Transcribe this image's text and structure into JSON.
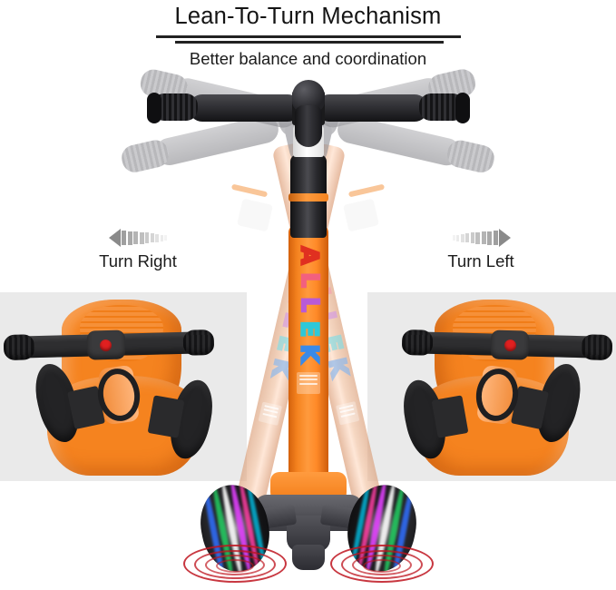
{
  "page": {
    "title": "Lean-To-Turn Mechanism",
    "subtitle": "Better balance and coordination",
    "background_color": "#ffffff"
  },
  "directions": {
    "right": {
      "label": "Turn Right",
      "arrow_icon": "arrow-left-motion-icon",
      "arrow_direction": "left",
      "arrow_color": "#8a8a8a"
    },
    "left": {
      "label": "Turn Left",
      "arrow_icon": "arrow-right-motion-icon",
      "arrow_direction": "right",
      "arrow_color": "#8a8a8a"
    }
  },
  "panels": {
    "background_color": "#eaeaea",
    "left": {
      "name": "lean-right-top-view",
      "caption": ""
    },
    "right": {
      "name": "lean-left-top-view",
      "caption": ""
    }
  },
  "product": {
    "brand": "ALLEK",
    "brand_letters": [
      {
        "char": "A",
        "color": "#e03020"
      },
      {
        "char": "L",
        "color": "#f2607f"
      },
      {
        "char": "L",
        "color": "#b85ad6"
      },
      {
        "char": "E",
        "color": "#2fc8d8"
      },
      {
        "char": "K",
        "color": "#3a8ae8"
      }
    ],
    "frame_color": "#f5831f",
    "ghost_frame_color": "#e8b089",
    "handlebar_color": "#2e2e30",
    "ghost_handlebar_color": "#9a9a9e",
    "accent_ring_color": "#f5831f",
    "collar_color": "#f2f2f2",
    "red_button_color": "#e02020",
    "wheel_color": "#232325",
    "led_colors": [
      "#2f6fff",
      "#22c55e",
      "#e040fb",
      "#ff3fa4",
      "#00d5ff"
    ],
    "swirl_color": "#be141e"
  }
}
